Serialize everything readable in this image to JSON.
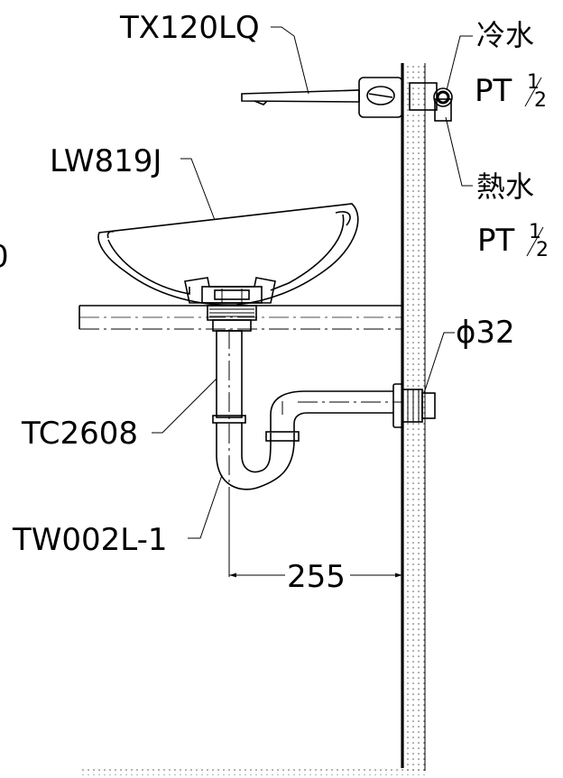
{
  "labels": {
    "faucet": "TX120LQ",
    "basin": "LW819J",
    "pipe": "TC2608",
    "trap": "TW002L-1",
    "cut_left": "0",
    "cold_water": "冷水",
    "hot_water": "熱水",
    "pt_prefix": "PT",
    "frac_num": "1",
    "frac_den": "2",
    "diameter": "ϕ32",
    "dimension": "255"
  }
}
